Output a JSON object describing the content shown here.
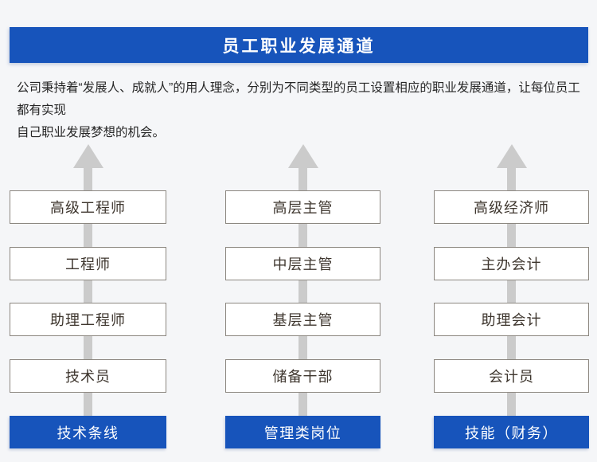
{
  "header": {
    "title": "员工职业发展通道",
    "accent_color": "#1754bb"
  },
  "intro": {
    "lines": [
      "公司秉持着“发展人、成就人”的用人理念，分别为不同类型的员工设置相应的职业发展通道，让每位员工都有实现",
      "自己职业发展梦想的机会。"
    ]
  },
  "ladders": {
    "arrow_color": "#cbcbcb",
    "box_border_color": "#8c8780",
    "box_text_color": "#3e362e",
    "columns": [
      {
        "category": "技术条线",
        "levels": [
          "高级工程师",
          "工程师",
          "助理工程师",
          "技术员"
        ]
      },
      {
        "category": "管理类岗位",
        "levels": [
          "高层主管",
          "中层主管",
          "基层主管",
          "储备干部"
        ]
      },
      {
        "category": "技能（财务）",
        "levels": [
          "高级经济师",
          "主办会计",
          "助理会计",
          "会计员"
        ]
      }
    ]
  }
}
